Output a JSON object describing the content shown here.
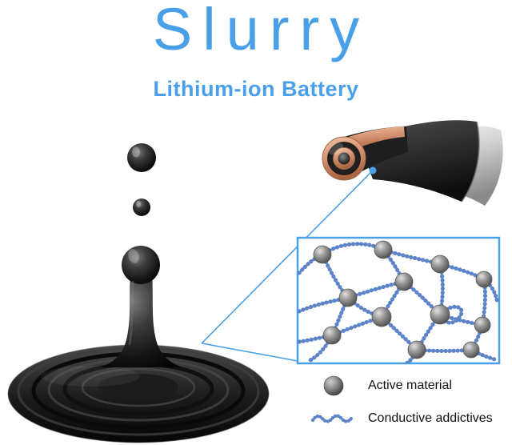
{
  "title": "Slurry",
  "subtitle": "Lithium-ion Battery",
  "legend": {
    "items": [
      {
        "icon": "active-material-sphere-icon",
        "label": "Active material"
      },
      {
        "icon": "conductive-additive-chain-icon",
        "label": "Conductive addictives"
      }
    ]
  },
  "colors": {
    "accent_blue": "#4AA0E8",
    "chain_blue": "#5D83C9",
    "slurry_black": "#111111",
    "copper": "#D08D6B",
    "silver": "#C9C9C9",
    "active_material_grey": "#8A8A8A"
  }
}
